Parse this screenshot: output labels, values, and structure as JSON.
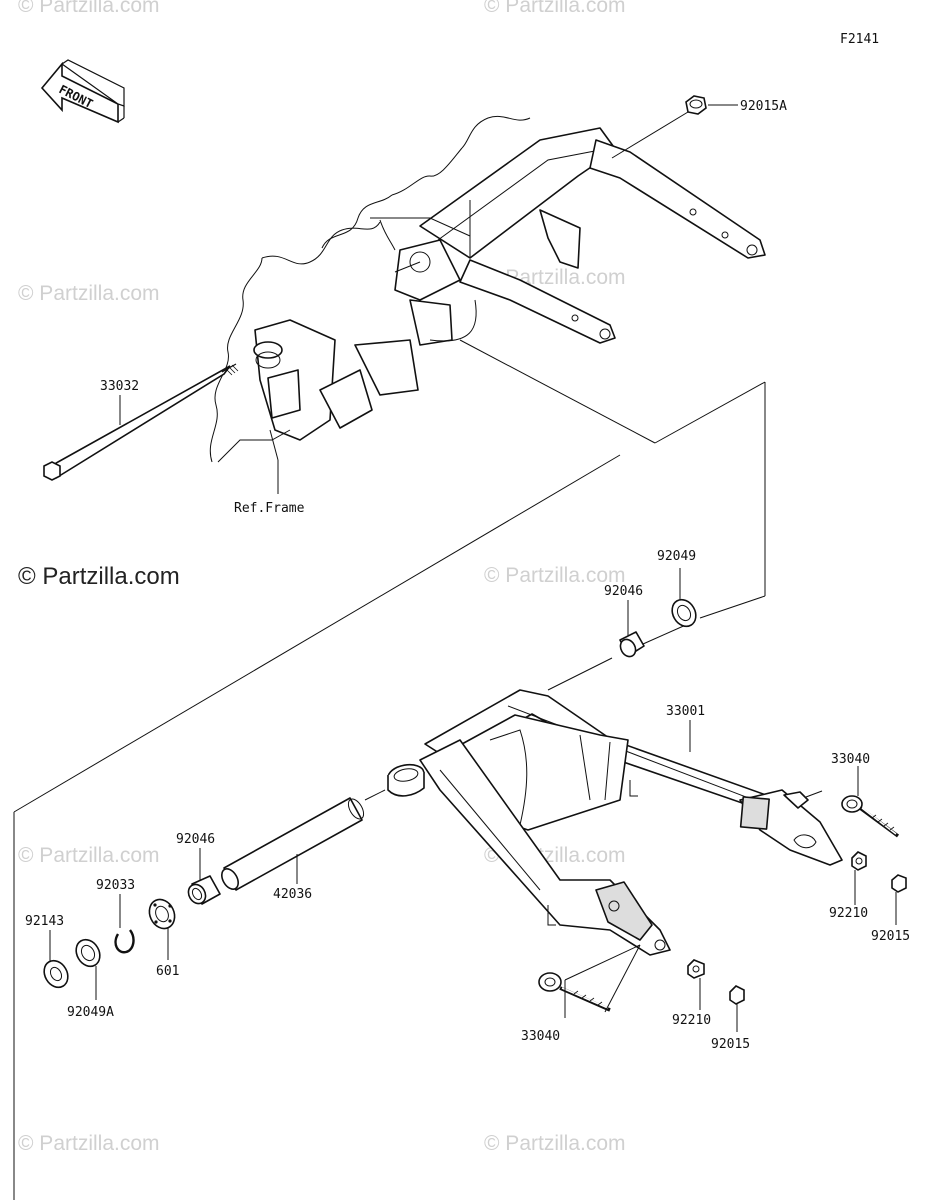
{
  "figure_code": "F2141",
  "front_arrow_label": "FRONT",
  "ref_frame_label": "Ref.Frame",
  "watermark_text": "© Partzilla.com",
  "parts": {
    "p92015A": "92015A",
    "p33032": "33032",
    "p92049_top": "92049",
    "p92046_top": "92046",
    "p33001": "33001",
    "p33040_right": "33040",
    "p92210_right": "92210",
    "p92015_right": "92015",
    "p92046_left": "92046",
    "p42036": "42036",
    "p92033": "92033",
    "p601": "601",
    "p92143": "92143",
    "p92049A": "92049A",
    "p33040_bottom": "33040",
    "p92210_bottom": "92210",
    "p92015_bottom": "92015"
  },
  "colors": {
    "line": "#111111",
    "watermark": "#d0d0d0",
    "background": "#ffffff"
  }
}
